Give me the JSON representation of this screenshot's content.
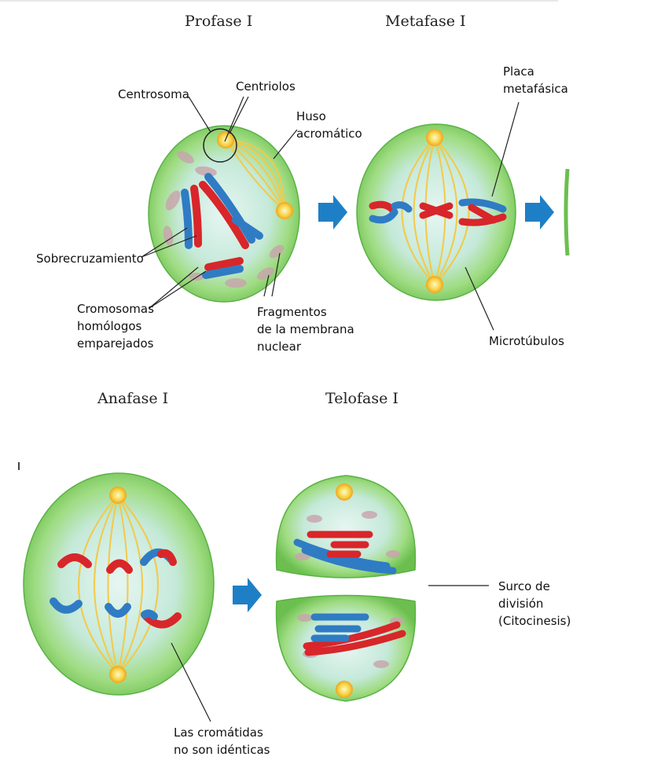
{
  "phases": {
    "prophase": "Profase I",
    "metaphase": "Metafase I",
    "anaphase": "Anafase I",
    "telophase": "Telofase I"
  },
  "labels": {
    "centrosome": "Centrosoma",
    "centrioles": "Centriolos",
    "spindle": "Huso\nacromático",
    "crossing_over": "Sobrecruzamiento",
    "homologous": "Cromosomas\nhomólogos\nemparejados",
    "membrane": "Fragmentos\nde la membrana\nnuclear",
    "metaphase_plate": "Placa\nmetafásica",
    "microtubules": "Microtúbulos",
    "furrow": "Surco de\ndivisión\n(Citocinesis)",
    "chromatids": "Las cromátidas\nno son idénticas"
  },
  "colors": {
    "cell_green": "#8fd66d",
    "cell_inner": "#d7f0ee",
    "chromosome_red": "#d8262a",
    "chromosome_blue": "#2f7cc4",
    "spindle_yellow": "#f3c94a",
    "arrow_blue": "#1f7fc6"
  }
}
